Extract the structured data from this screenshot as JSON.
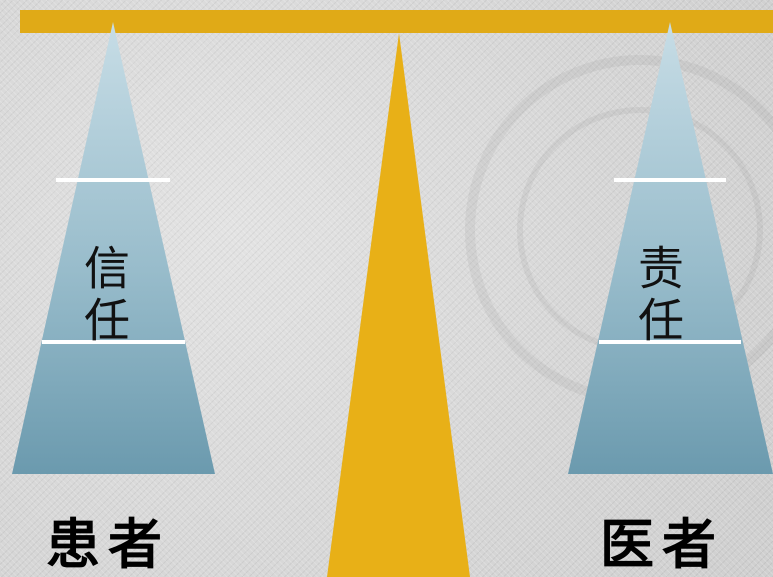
{
  "colors": {
    "beam": "#e0aa17",
    "pole": "#e8b017",
    "pyramid_top": "#c4dbe4",
    "pyramid_mid": "#99bccb",
    "pyramid_bottom": "#6e9cb0",
    "divider": "#ffffff"
  },
  "left_pan": {
    "text": "信任",
    "label": "患者"
  },
  "right_pan": {
    "text": "责任",
    "label": "医者"
  }
}
